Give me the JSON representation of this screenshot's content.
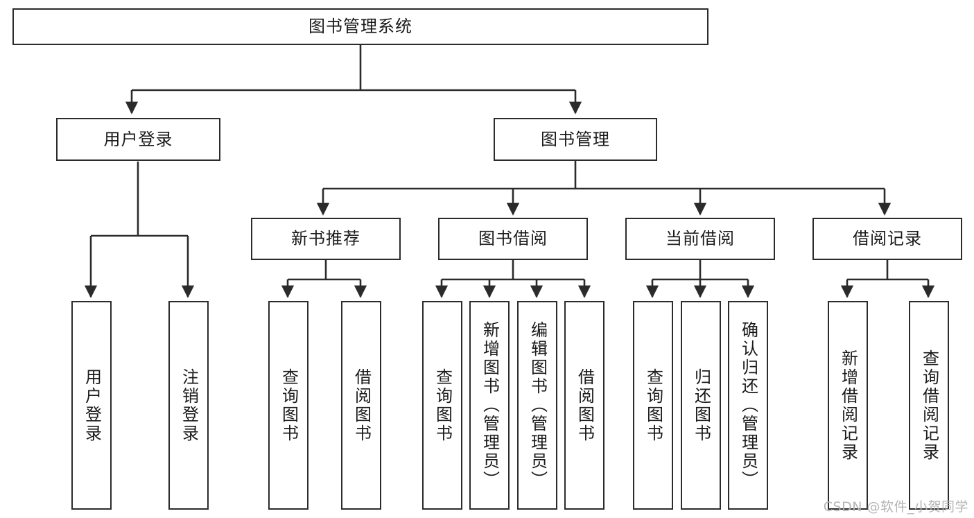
{
  "diagram": {
    "type": "tree-hierarchy-chart",
    "title": "图书管理系统",
    "stroke_color": "#2b2b2b",
    "background_color": "#ffffff",
    "text_color": "#1a1a1a",
    "root": {
      "id": "root",
      "label": "图书管理系统",
      "orientation": "horizontal"
    },
    "level1": [
      {
        "id": "user-login",
        "label": "用户登录",
        "orientation": "horizontal"
      },
      {
        "id": "book-management",
        "label": "图书管理",
        "orientation": "horizontal"
      }
    ],
    "level2": [
      {
        "id": "new-book-recommend",
        "label": "新书推荐",
        "orientation": "horizontal",
        "parent": "book-management"
      },
      {
        "id": "book-borrow",
        "label": "图书借阅",
        "orientation": "horizontal",
        "parent": "book-management"
      },
      {
        "id": "current-borrow",
        "label": "当前借阅",
        "orientation": "horizontal",
        "parent": "book-management"
      },
      {
        "id": "borrow-record",
        "label": "借阅记录",
        "orientation": "horizontal",
        "parent": "book-management"
      }
    ],
    "leaves": {
      "user-login": [
        {
          "id": "leaf-user-login",
          "label": "用户登录"
        },
        {
          "id": "leaf-user-logout",
          "label": "注销登录"
        }
      ],
      "new-book-recommend": [
        {
          "id": "leaf-query-book-1",
          "label": "查询图书"
        },
        {
          "id": "leaf-borrow-book-1",
          "label": "借阅图书"
        }
      ],
      "book-borrow": [
        {
          "id": "leaf-query-book-2",
          "label": "查询图书"
        },
        {
          "id": "leaf-add-book",
          "label": "新增图书（管理员）"
        },
        {
          "id": "leaf-edit-book",
          "label": "编辑图书（管理员）"
        },
        {
          "id": "leaf-borrow-book-2",
          "label": "借阅图书"
        }
      ],
      "current-borrow": [
        {
          "id": "leaf-query-book-3",
          "label": "查询图书"
        },
        {
          "id": "leaf-return-book",
          "label": "归还图书"
        },
        {
          "id": "leaf-confirm-return",
          "label": "确认归还（管理员）"
        }
      ],
      "borrow-record": [
        {
          "id": "leaf-add-record",
          "label": "新增借阅记录"
        },
        {
          "id": "leaf-query-record",
          "label": "查询借阅记录"
        }
      ]
    }
  },
  "watermark": {
    "text": "CSDN @软件_小贺同学"
  }
}
